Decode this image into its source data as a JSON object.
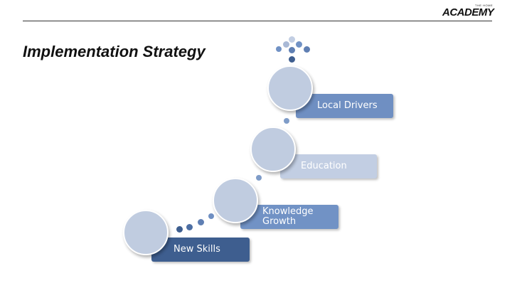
{
  "header": {
    "logo_small": "THE HOME",
    "logo": "ACADEMY",
    "title": "Implementation Strategy"
  },
  "steps": [
    {
      "label": "Local Drivers",
      "color": "#6f8fc2",
      "text_color": "#ffffff"
    },
    {
      "label": "Education",
      "color": "#c2cee3",
      "text_color": "#ffffff"
    },
    {
      "label": "Knowledge\nGrowth",
      "color": "#7192c5",
      "text_color": "#ffffff"
    },
    {
      "label": "New Skills",
      "color": "#3e5e8f",
      "text_color": "#ffffff"
    }
  ],
  "colors": {
    "circle": "#c0cce0",
    "dot_light": "#c2cee3",
    "dot_mid": "#7192c5",
    "dot_dark": "#3e5e8f"
  }
}
